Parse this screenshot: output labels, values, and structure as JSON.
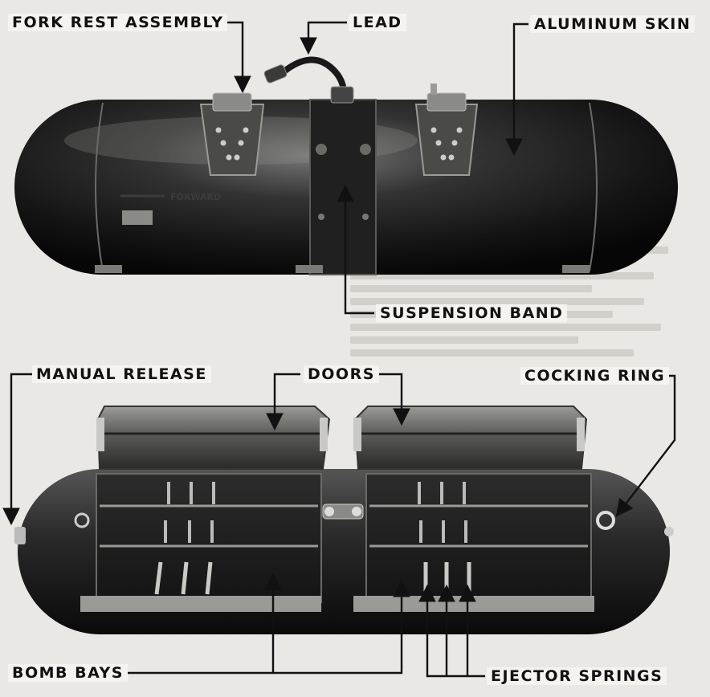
{
  "labels": {
    "fork_rest_assembly": "FORK REST ASSEMBLY",
    "lead": "LEAD",
    "aluminum_skin": "ALUMINUM SKIN",
    "suspension_band": "SUSPENSION BAND",
    "manual_release": "MANUAL RELEASE",
    "doors": "DOORS",
    "cocking_ring": "COCKING RING",
    "bomb_bays": "BOMB BAYS",
    "ejector_springs": "EJECTOR SPRINGS"
  },
  "stencil": {
    "forward": "FORWARD"
  },
  "colors": {
    "background": "#e9e8e4",
    "body_dark": "#1a1a1a",
    "metal_light": "#8a8a86",
    "ink": "#111111"
  }
}
